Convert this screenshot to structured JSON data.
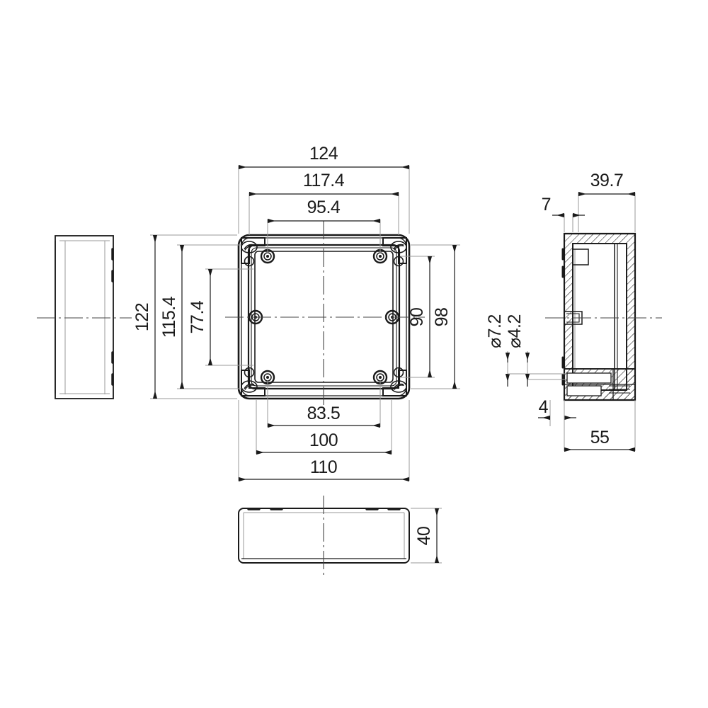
{
  "drawing": {
    "type": "technical-engineering-drawing",
    "subject": "rectangular enclosure / junction box",
    "units": "mm",
    "line_color": "#1a1a1a",
    "thin_line_color": "#9a9a9a",
    "background": "#ffffff"
  },
  "views": {
    "side_left": {
      "name": "left side elevation"
    },
    "top_main": {
      "name": "main plan view with lid and corner screws"
    },
    "front_bottom": {
      "name": "front elevation"
    },
    "section_right": {
      "name": "right cross-section view (hatched)"
    }
  },
  "dimensions": {
    "top": [
      {
        "id": "d124",
        "value": "124"
      },
      {
        "id": "d117_4",
        "value": "117.4"
      },
      {
        "id": "d95_4",
        "value": "95.4"
      }
    ],
    "left": [
      {
        "id": "d122",
        "value": "122"
      },
      {
        "id": "d115_4",
        "value": "115.4"
      },
      {
        "id": "d77_4",
        "value": "77.4"
      }
    ],
    "right": [
      {
        "id": "d90",
        "value": "90"
      },
      {
        "id": "d98",
        "value": "98"
      }
    ],
    "bottom": [
      {
        "id": "d83_5",
        "value": "83.5"
      },
      {
        "id": "d100",
        "value": "100"
      },
      {
        "id": "d110",
        "value": "110"
      }
    ],
    "front": [
      {
        "id": "d40",
        "value": "40"
      }
    ],
    "section": [
      {
        "id": "d39_7",
        "value": "39.7"
      },
      {
        "id": "d7",
        "value": "7"
      },
      {
        "id": "dia7_2",
        "value": "7.2",
        "symbol": "⌀"
      },
      {
        "id": "dia4_2",
        "value": "4.2",
        "symbol": "⌀"
      },
      {
        "id": "d4",
        "value": "4"
      },
      {
        "id": "d55",
        "value": "55"
      }
    ]
  }
}
